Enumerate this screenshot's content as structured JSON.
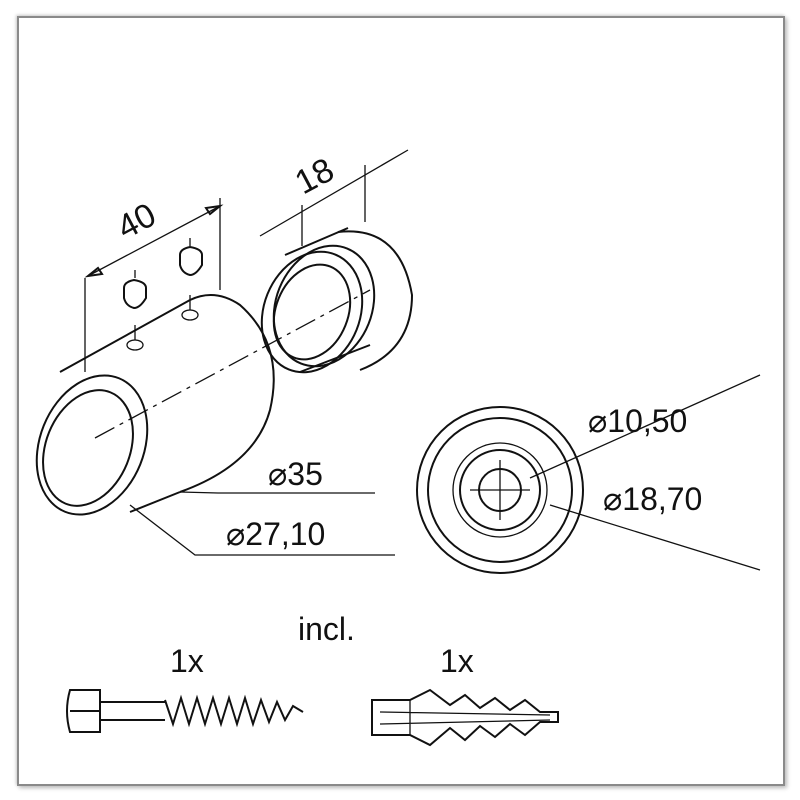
{
  "dimensions": {
    "length_main": "40",
    "length_ring": "18",
    "dia_outer": "⌀35",
    "dia_inner": "⌀27,10",
    "dia_hole": "⌀10,50",
    "dia_recess": "⌀18,70"
  },
  "accessories": {
    "label": "incl.",
    "screw_qty": "1x",
    "anchor_qty": "1x"
  }
}
